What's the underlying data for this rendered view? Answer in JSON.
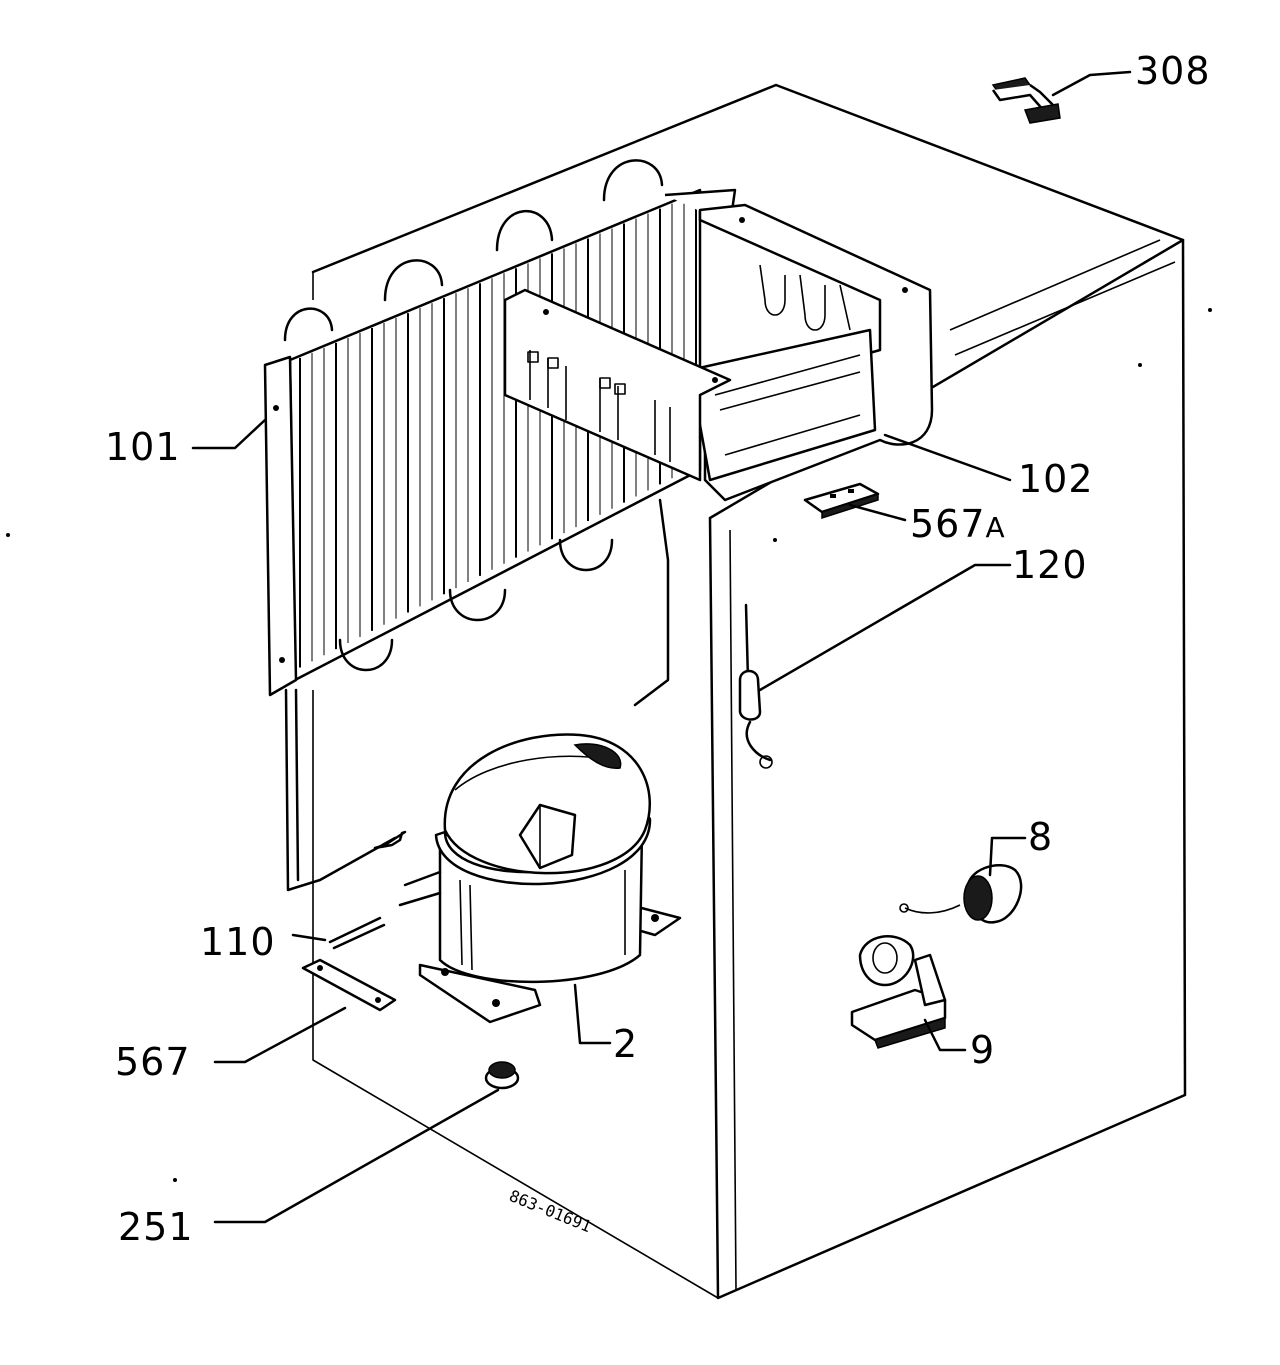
{
  "drawing_code": "863-01691",
  "parts": [
    {
      "id": "p308",
      "label": "308"
    },
    {
      "id": "p101",
      "label": "101"
    },
    {
      "id": "p102",
      "label": "102"
    },
    {
      "id": "p567A",
      "label": "567",
      "suffix": "A"
    },
    {
      "id": "p120",
      "label": "120"
    },
    {
      "id": "p8",
      "label": "8"
    },
    {
      "id": "p110",
      "label": "110"
    },
    {
      "id": "p2",
      "label": "2"
    },
    {
      "id": "p9",
      "label": "9"
    },
    {
      "id": "p567",
      "label": "567"
    },
    {
      "id": "p251",
      "label": "251"
    }
  ]
}
